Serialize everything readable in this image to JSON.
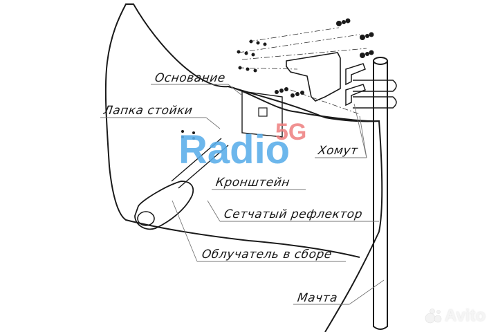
{
  "diagram": {
    "subject": "Grid parabolic antenna assembly",
    "labels": {
      "base": "Основание",
      "stand_leg": "Лапка стойки",
      "clamp": "Хомут",
      "bracket": "Кронштейн",
      "mesh_reflector": "Сетчатый рефлектор",
      "feed_assembly": "Облучатель в сборе",
      "mast": "Мачта"
    },
    "colors": {
      "line": "#1a1a1a",
      "leader": "#777777",
      "watermark_radio": "#5aaeea",
      "watermark_5g": "#ee7e7e"
    }
  },
  "watermark": {
    "brand": "Radio",
    "suffix": "5G"
  },
  "marketplace_logo": {
    "text": "Avito"
  }
}
